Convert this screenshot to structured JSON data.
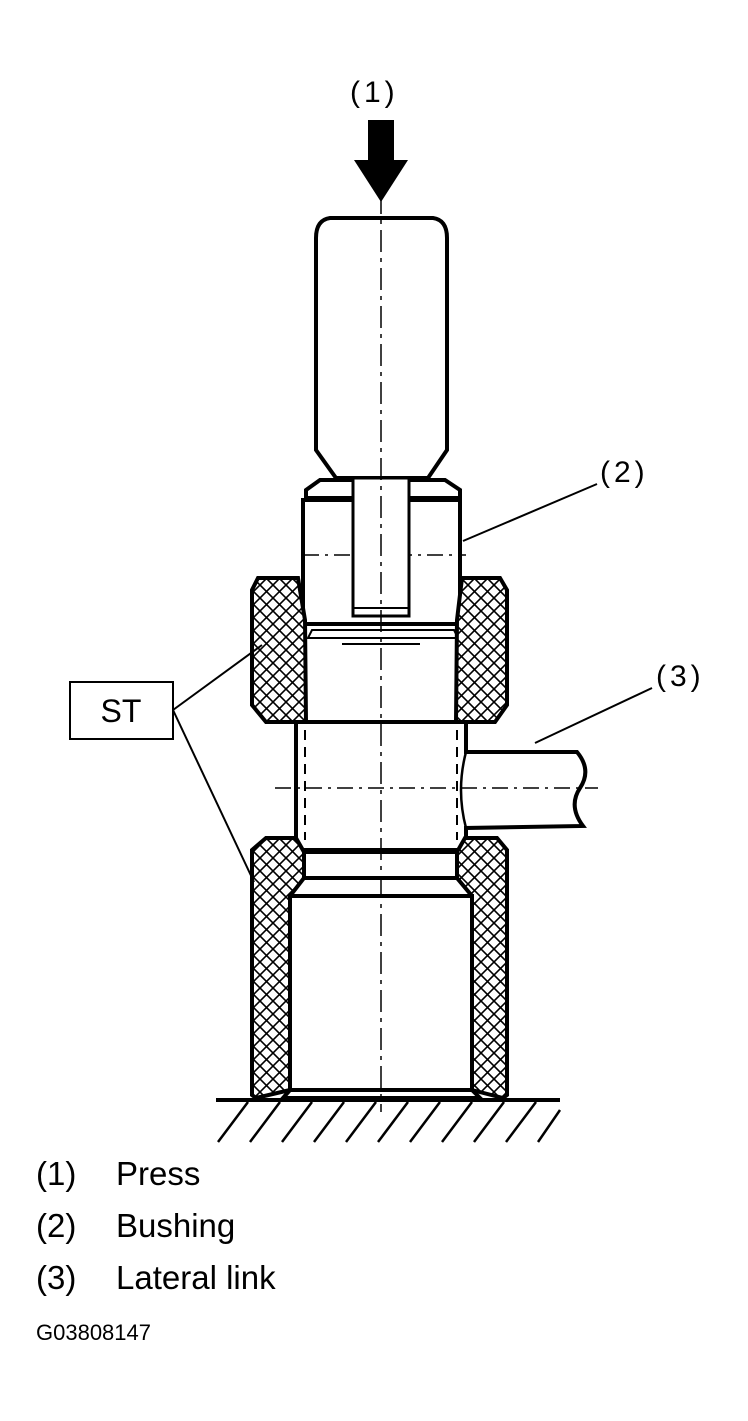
{
  "callouts": {
    "press": "(1)",
    "bushing": "(2)",
    "lateral_link": "(3)",
    "special_tool": "ST"
  },
  "legend": [
    {
      "num": "(1)",
      "text": "Press"
    },
    {
      "num": "(2)",
      "text": "Bushing"
    },
    {
      "num": "(3)",
      "text": "Lateral link"
    }
  ],
  "figure_id": "G03808147"
}
